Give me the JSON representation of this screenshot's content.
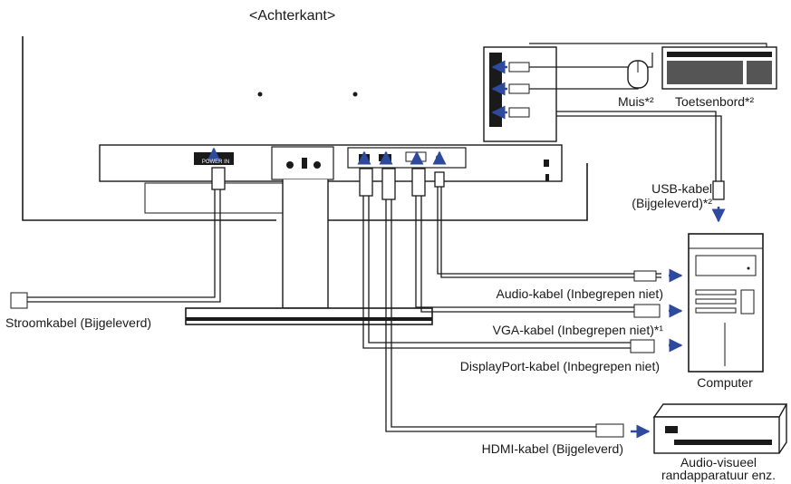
{
  "title": "<Achterkant>",
  "labels": {
    "muis": "Muis*²",
    "toetsenbord": "Toetsenbord*²",
    "usb_line1": "USB-kabel",
    "usb_line2": "(Bijgeleverd)*²",
    "audio_kabel": "Audio-kabel (Inbegrepen niet)",
    "vga_kabel": "VGA-kabel (Inbegrepen niet)*¹",
    "displayport_kabel": "DisplayPort-kabel (Inbegrepen niet)",
    "hdmi_kabel": "HDMI-kabel (Bijgeleverd)",
    "stroomkabel": "Stroomkabel (Bijgeleverd)",
    "computer": "Computer",
    "av_line1": "Audio-visueel",
    "av_line2": "randapparatuur enz."
  },
  "port_labels": {
    "power": "POWER IN"
  },
  "colors": {
    "line": "#1a1a1a",
    "arrow": "#2e4a9e",
    "panel": "#ffffff"
  }
}
